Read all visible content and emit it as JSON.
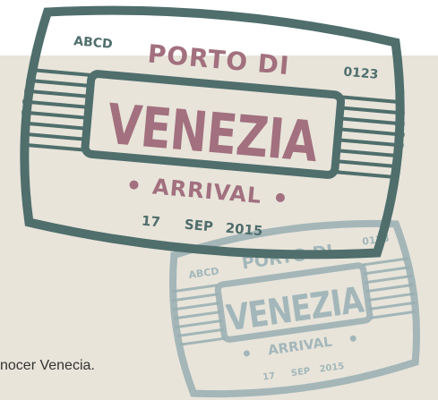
{
  "colors": {
    "background": "#e8e4da",
    "stamp_primary": "#4f6e6c",
    "stamp_secondary": "#98aeb1",
    "ink_text": "#a2707e",
    "ink_text_secondary": "#a3b7ba",
    "caption_text": "#333333"
  },
  "stamp_front": {
    "code_left": "ABCD",
    "code_right": "0123",
    "header": "PORTO DI",
    "city": "VENEZIA",
    "status": "ARRIVAL",
    "day": "17",
    "month": "SEP",
    "year": "2015"
  },
  "stamp_back": {
    "code_left": "ABCD",
    "code_right": "0123",
    "header": "PORTO DI",
    "city": "VENEZIA",
    "status": "ARRIVAL",
    "day": "17",
    "month": "SEP",
    "year": "2015"
  },
  "caption": {
    "text": "nocer Venecia."
  }
}
